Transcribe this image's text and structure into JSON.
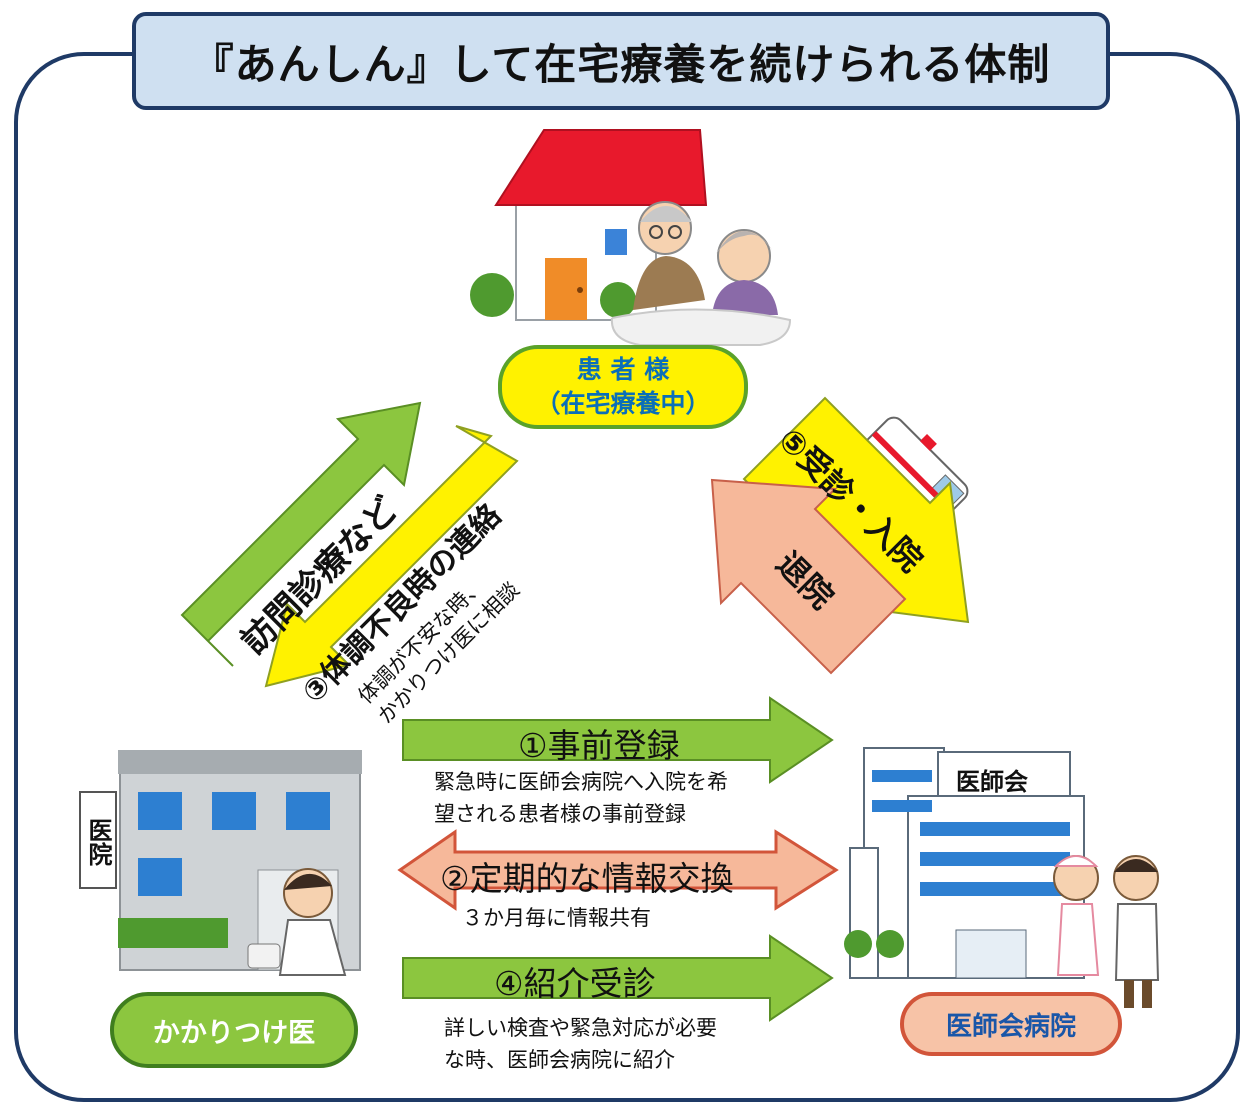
{
  "title": "『あんしん』して在宅療養を続けられる体制",
  "nodes": {
    "patient": {
      "line1": "患 者 様",
      "line2": "（在宅療養中）"
    },
    "doctor": {
      "label": "かかりつけ医"
    },
    "hospital": {
      "label": "医師会病院"
    }
  },
  "signs": {
    "clinic": "医院",
    "hospital_building": "医師会"
  },
  "arrows": {
    "visit": {
      "label": "訪問診療など"
    },
    "contact": {
      "label": "③体調不良時の連絡",
      "note_line1": "体調が不安な時、",
      "note_line2": "かかりつけ医に相談"
    },
    "admission": {
      "label": "⑤受診・入院"
    },
    "discharge": {
      "label": "退院"
    },
    "register": {
      "label": "①事前登録",
      "note_line1": "緊急時に医師会病院へ入院を希",
      "note_line2": "望される患者様の事前登録"
    },
    "exchange": {
      "label": "②定期的な情報交換",
      "note": "３か月毎に情報共有"
    },
    "referral": {
      "label": "④紹介受診",
      "note_line1": "詳しい検査や緊急対応が必要",
      "note_line2": "な時、医師会病院に紹介"
    }
  },
  "colors": {
    "frame": "#1f3a66",
    "title_bg": "#cfe0f1",
    "green_arrow": "#8cc63f",
    "yellow_arrow": "#fff200",
    "orange_arrow": "#f6b89a",
    "patient_text": "#0b6fb8"
  }
}
